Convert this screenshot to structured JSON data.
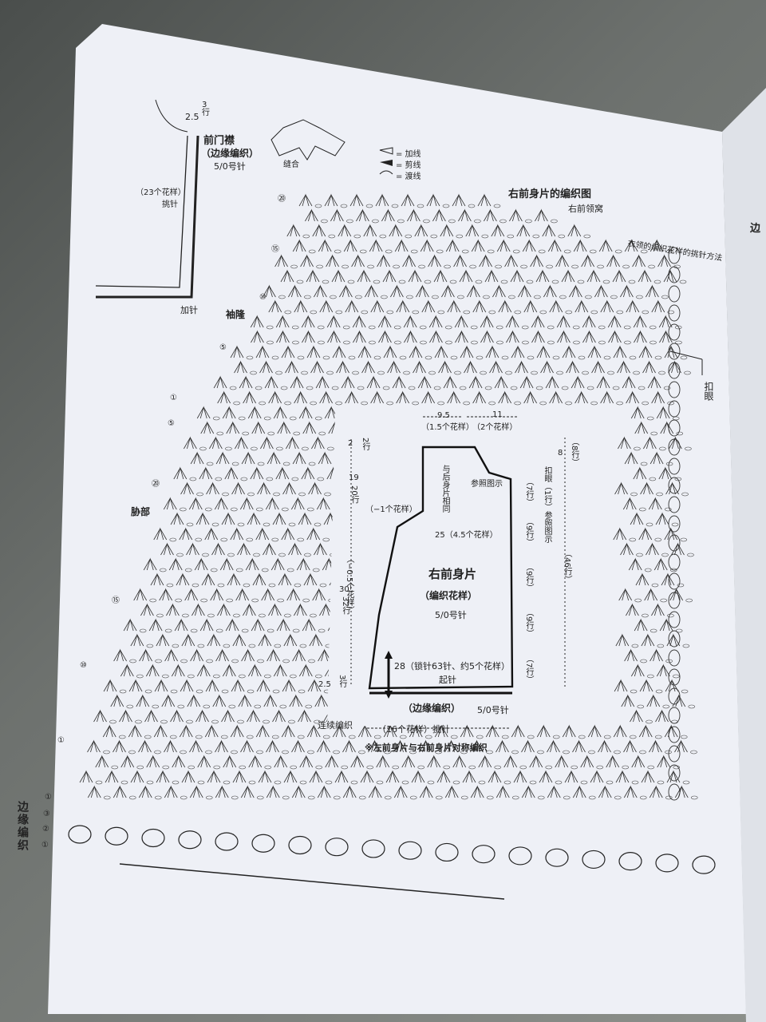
{
  "front_band": {
    "title": "前门襟",
    "subtitle": "（边缘编织）",
    "needle": "5/0号针",
    "top_value": "2.5",
    "top_rows": "3\n行",
    "pattern_count": "（23个花样）",
    "pick_up": "挑针",
    "increase": "加针"
  },
  "collar_label": "缝合",
  "legend": {
    "add": "= 加线",
    "cut": "= 剪线",
    "cross": "= 渡线"
  },
  "diagram_title": "右前身片的编织图",
  "neckline_label": "右前领窝",
  "collar_note": "衣领的编织花样的挑针方法",
  "buttonhole_label": "扣眼",
  "sleeve_label": "袖隆",
  "side_label": "胁部",
  "edge_label": "边缘编织",
  "row_numbers_left": [
    "⑳",
    "⑮",
    "⑩",
    "⑤",
    "①",
    "⑤",
    "⑳",
    "⑮",
    "⑩",
    "①",
    "①",
    "③",
    "②",
    "①"
  ],
  "schematic": {
    "top_left_value": "9.5",
    "top_left_pattern": "（1.5个花样）",
    "top_right_value": "11",
    "top_right_pattern": "（2个花样）",
    "left_top": "2",
    "left_top_rows": "2行",
    "left_19": "19",
    "left_20": "20行",
    "left_minus": "（−0.5个花样）",
    "left_30": "30",
    "left_32": "32行",
    "left_bottom": "2.5",
    "left_bottom_rows": "3行",
    "back_same": "与后身片相同",
    "minus_one": "（−1个花样）",
    "width_25": "25（4.5个花样）",
    "ref_fig": "参照图示",
    "buttonhole": "扣眼（1行）参照图示",
    "rows_7a": "（7行）",
    "rows_9a": "（9行）",
    "rows_9b": "（9行）",
    "rows_9c": "（9行）",
    "rows_7b": "（7行）",
    "right_8": "8",
    "right_8_rows": "（8行）",
    "right_46": "（46行）",
    "piece_title": "右前身片",
    "piece_pattern": "（编织花样）",
    "piece_needle": "5/0号针",
    "chain_start": "28（锁针63针、约5个花样）",
    "start_label": "起针",
    "edge_knit": "（边缘编织）",
    "edge_needle": "5/0号针",
    "continuous": "连续编织",
    "pick_16": "（16个花样）挑针",
    "note": "※左前身片与右前身片对称编织"
  },
  "right_page_fragment": "边"
}
